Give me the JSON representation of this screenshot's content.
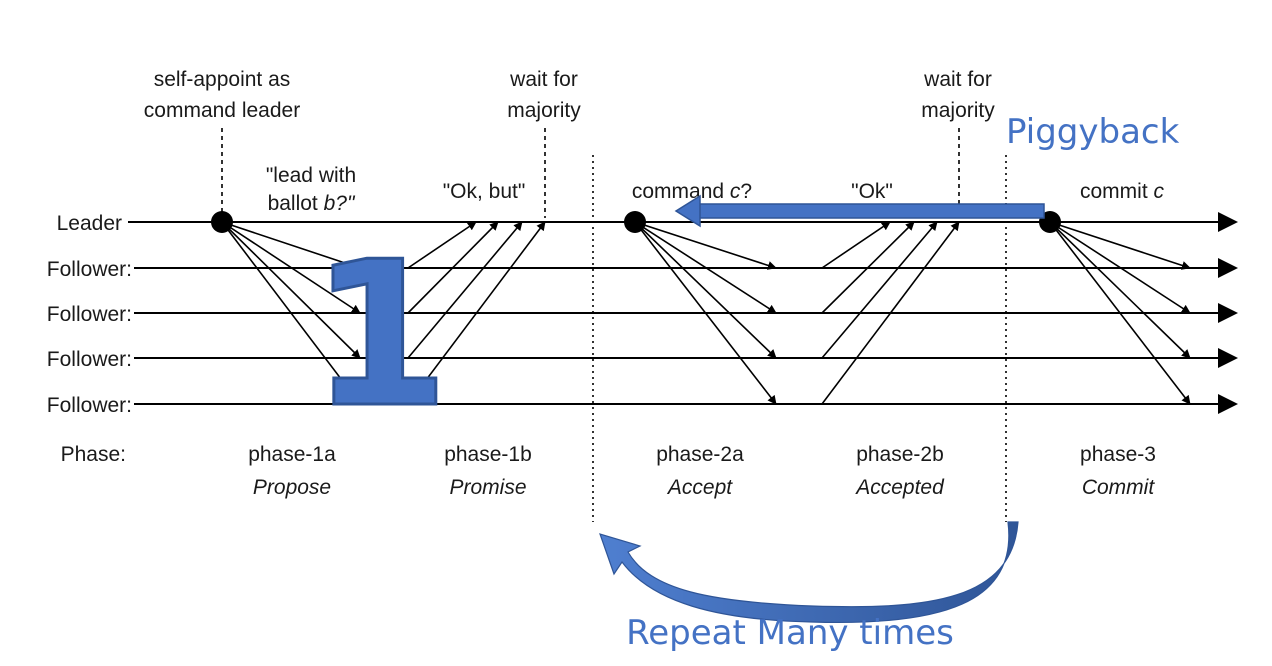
{
  "rows": {
    "leader": "Leader",
    "followers": [
      "Follower:",
      "Follower:",
      "Follower:",
      "Follower:"
    ],
    "phase": "Phase:"
  },
  "annotations": {
    "self_appoint_1": "self-appoint as",
    "self_appoint_2": "command leader",
    "wait1_1": "wait for",
    "wait1_2": "majority",
    "wait2_1": "wait for",
    "wait2_2": "majority",
    "lead_with_1": "\"lead with",
    "lead_with_2a": "ballot ",
    "lead_with_2b": "b?\"",
    "ok_but": "\"Ok, but\"",
    "command_c_a": "command ",
    "command_c_b": "c",
    "command_c_c": "?",
    "ok": "\"Ok\"",
    "commit_c_a": "commit ",
    "commit_c_b": "c"
  },
  "phases": [
    {
      "name": "phase-1a",
      "label": "Propose"
    },
    {
      "name": "phase-1b",
      "label": "Promise"
    },
    {
      "name": "phase-2a",
      "label": "Accept"
    },
    {
      "name": "phase-2b",
      "label": "Accepted"
    },
    {
      "name": "phase-3",
      "label": "Commit"
    }
  ],
  "overlay": {
    "piggyback": "Piggyback",
    "repeat": "Repeat Many times",
    "big_number": "1"
  },
  "colors": {
    "accent": "#4472c4",
    "accent_dark": "#2f5597",
    "line": "#000000"
  }
}
